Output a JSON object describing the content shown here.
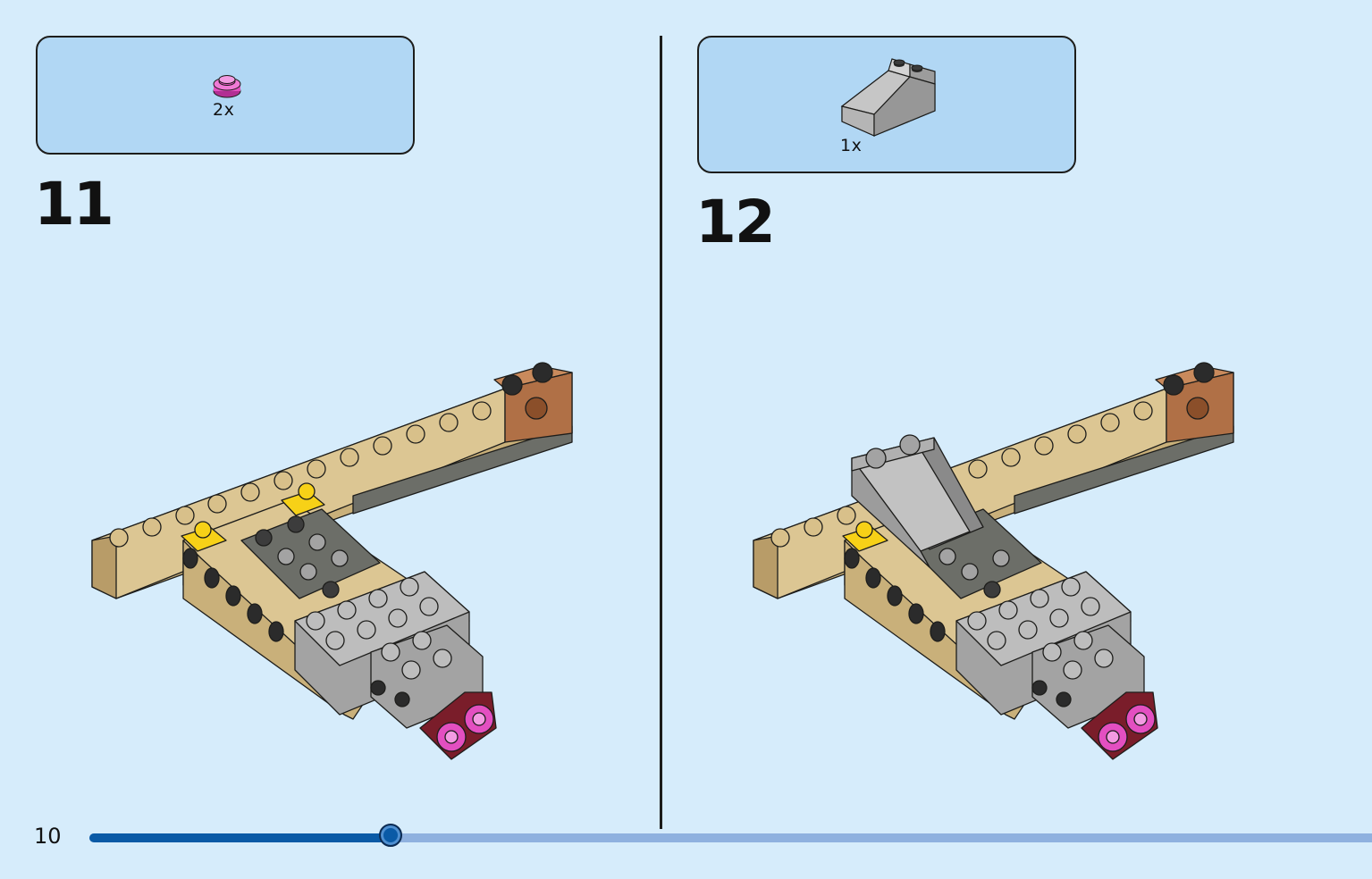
{
  "step_11": {
    "number": "11",
    "parts": [
      {
        "quantity": "2x",
        "color": "#e34fc1",
        "icon": "pink-round-plate-1x1"
      }
    ]
  },
  "step_12": {
    "number": "12",
    "parts": [
      {
        "quantity": "1x",
        "color": "#a3a3a3",
        "icon": "grey-slope-brick-2x3"
      }
    ]
  },
  "page": {
    "number": "10",
    "progress_fraction": 0.235
  },
  "colors": {
    "background": "#d6ecfb",
    "parts_box": "#b1d7f4",
    "tan": "#dcc693",
    "grey": "#a3a3a3",
    "dark_grey": "#6c6e68",
    "yellow": "#f7d117",
    "pink": "#e34fc1",
    "dark_red": "#7a1d2a",
    "brown": "#b07046",
    "progress_fill": "#0a5aa6",
    "progress_track": "#8fb1df"
  }
}
